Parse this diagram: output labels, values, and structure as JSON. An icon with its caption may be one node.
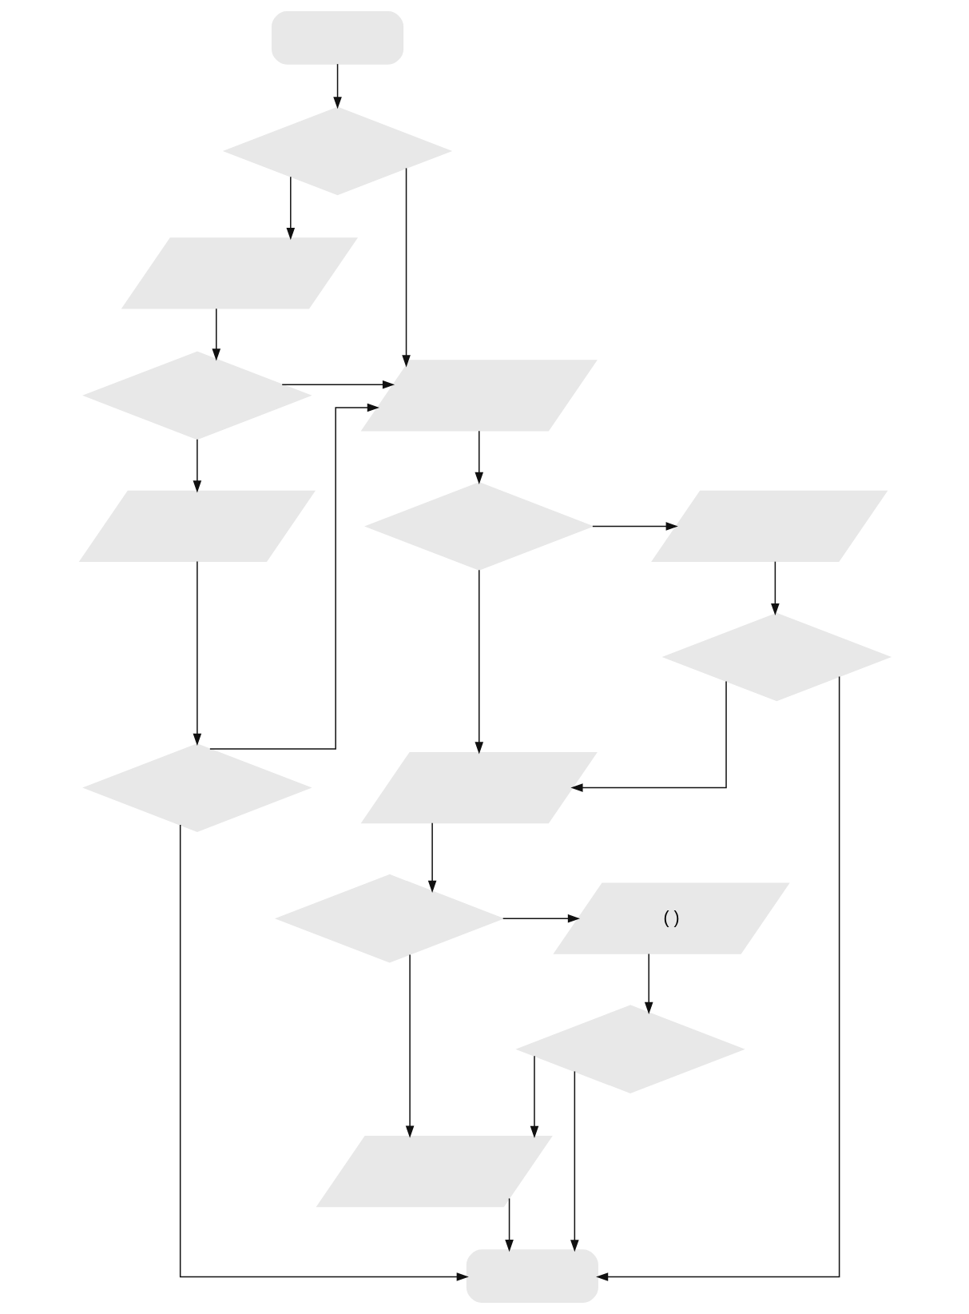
{
  "diagram": {
    "nodes": [
      {
        "text": [],
        "shape": "oval"
      },
      {
        "text": [],
        "shape": "diamond"
      },
      {
        "text": [],
        "shape": "parallelogram"
      },
      {
        "text": [],
        "shape": "parallelogram"
      },
      {
        "text": [],
        "shape": "diamond"
      },
      {
        "text": [],
        "shape": "parallelogram"
      },
      {
        "text": [],
        "shape": "diamond"
      },
      {
        "text": [],
        "shape": "parallelogram"
      },
      {
        "text": [],
        "shape": "diamond"
      },
      {
        "text": [],
        "shape": "parallelogram"
      },
      {
        "text": [],
        "shape": "diamond"
      },
      {
        "text": [],
        "shape": "diamond"
      },
      {
        "text": [
          "( )"
        ]
      },
      {
        "text": [],
        "shape": "diamond"
      },
      {
        "text": [],
        "shape": "parallelogram"
      },
      {
        "text": [],
        "shape": "oval"
      }
    ],
    "edges": [
      {
        "from": 0,
        "to": 1,
        "arrow": "to"
      },
      {
        "from": 1,
        "to": 3,
        "arrow": "to"
      },
      {
        "from": 1,
        "to": 2,
        "arrow": "to"
      },
      {
        "from": 2,
        "to": 4,
        "arrow": "to"
      },
      {
        "from": 4,
        "to": 3,
        "arrow": "to"
      },
      {
        "from": 4,
        "to": 7,
        "arrow": "to"
      },
      {
        "from": 3,
        "to": 6,
        "arrow": "to"
      },
      {
        "from": 6,
        "to": 5,
        "arrow": "to"
      },
      {
        "from": 6,
        "to": 9,
        "arrow": "to"
      },
      {
        "from": 5,
        "to": 8,
        "arrow": "to"
      },
      {
        "from": 8,
        "to": 9,
        "arrow": "to"
      },
      {
        "from": 8,
        "to": 15,
        "arrow": "to"
      },
      {
        "from": 7,
        "to": 10,
        "arrow": "to"
      },
      {
        "from": 10,
        "to": 3,
        "arrow": "to"
      },
      {
        "from": 10,
        "to": 15,
        "arrow": "to"
      },
      {
        "from": 9,
        "to": 11,
        "arrow": "to"
      },
      {
        "from": 11,
        "to": 14,
        "arrow": "to"
      },
      {
        "from": 11,
        "to": 12,
        "arrow": "to"
      },
      {
        "from": 12,
        "to": 13,
        "arrow": "to"
      },
      {
        "from": 13,
        "to": 14,
        "arrow": "to"
      },
      {
        "from": 13,
        "to": 15,
        "arrow": "to"
      },
      {
        "from": 14,
        "to": 15,
        "arrow": "to"
      }
    ]
  }
}
